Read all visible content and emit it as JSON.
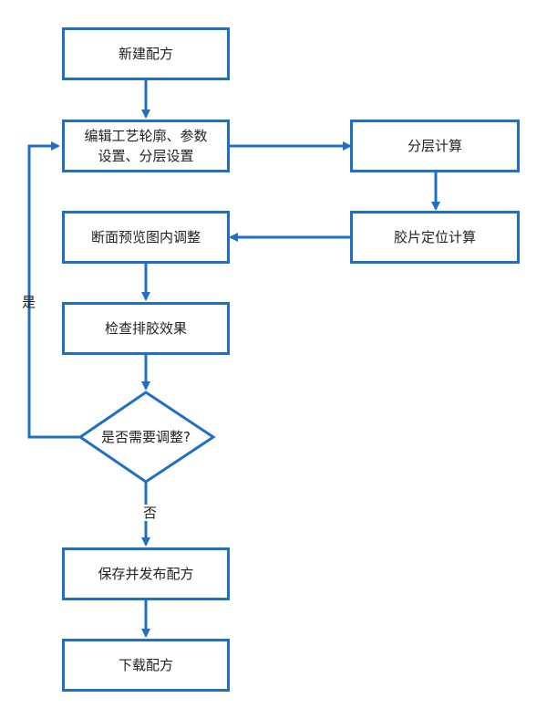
{
  "diagram": {
    "nodes": {
      "new_recipe": "新建配方",
      "edit_line1": "编辑工艺轮廓、参数",
      "edit_line2": "设置、分层设置",
      "layer_calc": "分层计算",
      "film_calc": "胶片定位计算",
      "section_adjust": "断面预览图内调整",
      "check_effect": "检查排胶效果",
      "need_adjust": "是否需要调整?",
      "save_publish": "保存并发布配方",
      "download": "下载配方"
    },
    "edges": {
      "yes_label": "是",
      "no_label": "否"
    },
    "colors": {
      "stroke": "#1f6fc4",
      "text": "#222222"
    }
  }
}
